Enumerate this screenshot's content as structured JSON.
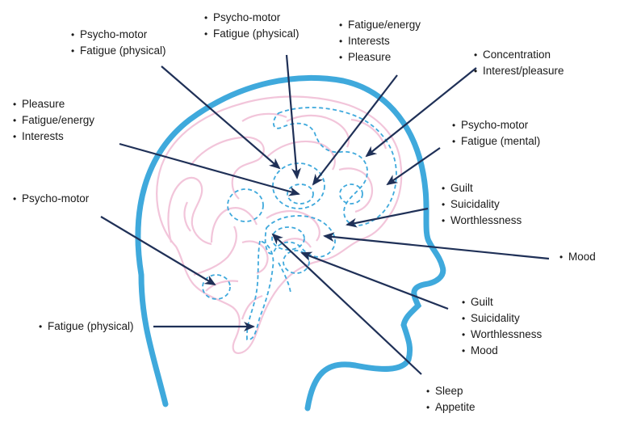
{
  "colors": {
    "head_outline": "#3fa9dc",
    "brain_outline": "#f2c5da",
    "region_outline": "#3fa9dc",
    "arrow": "#1f3057",
    "text": "#1a1a1a"
  },
  "labels": [
    {
      "id": "g1",
      "items": [
        "Psycho-motor",
        "Fatigue (physical)"
      ]
    },
    {
      "id": "g2",
      "items": [
        "Psycho-motor",
        "Fatigue (physical)"
      ]
    },
    {
      "id": "g3",
      "items": [
        "Fatigue/energy",
        "Interests",
        "Pleasure"
      ]
    },
    {
      "id": "g4",
      "items": [
        "Concentration",
        "Interest/pleasure"
      ]
    },
    {
      "id": "g5",
      "items": [
        "Pleasure",
        "Fatigue/energy",
        "Interests"
      ]
    },
    {
      "id": "g6",
      "items": [
        "Psycho-motor",
        "Fatigue (mental)"
      ]
    },
    {
      "id": "g7",
      "items": [
        "Guilt",
        "Suicidality",
        "Worthlessness"
      ]
    },
    {
      "id": "g8",
      "items": [
        "Psycho-motor"
      ]
    },
    {
      "id": "g9",
      "items": [
        "Mood"
      ]
    },
    {
      "id": "g10",
      "items": [
        "Guilt",
        "Suicidality",
        "Worthlessness",
        "Mood"
      ]
    },
    {
      "id": "g11",
      "items": [
        "Fatigue (physical)"
      ]
    },
    {
      "id": "g12",
      "items": [
        "Sleep",
        "Appetite"
      ]
    }
  ]
}
